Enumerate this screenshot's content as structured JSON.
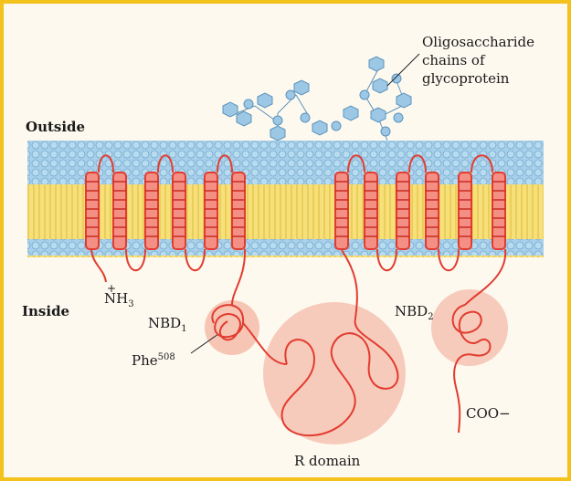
{
  "labels": {
    "outside": "Outside",
    "inside": "Inside",
    "oligo_line1": "Oligosaccharide",
    "oligo_line2": "chains of",
    "oligo_line3": "glycoprotein",
    "nh3_plus": "+",
    "nh3_base": "NH",
    "nh3_sub": "3",
    "nbd1_base": "NBD",
    "nbd1_sub": "1",
    "nbd2_base": "NBD",
    "nbd2_sub": "2",
    "phe_base": "Phe",
    "phe_sup": "508",
    "coo": "COO−",
    "r_domain": "R domain"
  },
  "colors": {
    "frame_border": "#f4c21c",
    "background": "#fdf9ef",
    "membrane_head": "#a9d0ea",
    "membrane_core": "#f3dc6a",
    "protein": "#e23c30",
    "domain_halo": "#f4b8a5",
    "sugar": "#8ebfe0"
  }
}
